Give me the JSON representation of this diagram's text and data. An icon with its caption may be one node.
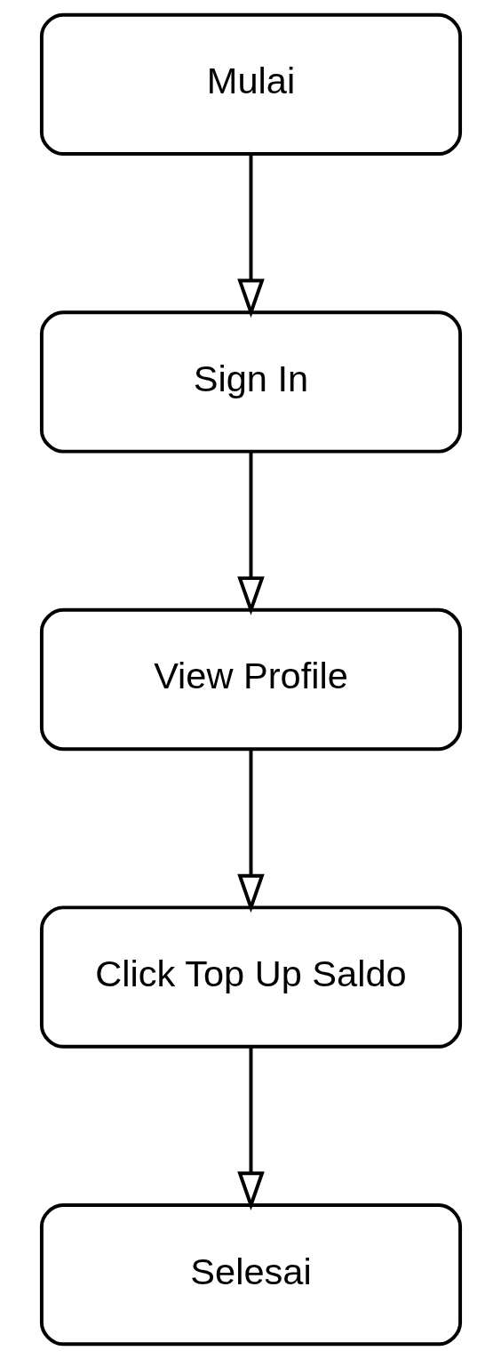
{
  "diagram": {
    "nodes": [
      {
        "text": [
          "Mulai"
        ]
      },
      {
        "text": [
          "Sign In"
        ]
      },
      {
        "text": [
          "View Profile"
        ]
      },
      {
        "text": [
          "Click Top Up Saldo"
        ]
      },
      {
        "text": [
          "Selesai"
        ]
      }
    ],
    "edges": [
      {
        "from": 0,
        "to": 1,
        "arrow": "to"
      },
      {
        "from": 1,
        "to": 2,
        "arrow": "to"
      },
      {
        "from": 2,
        "to": 3,
        "arrow": "to"
      },
      {
        "from": 3,
        "to": 4,
        "arrow": "to"
      }
    ]
  }
}
